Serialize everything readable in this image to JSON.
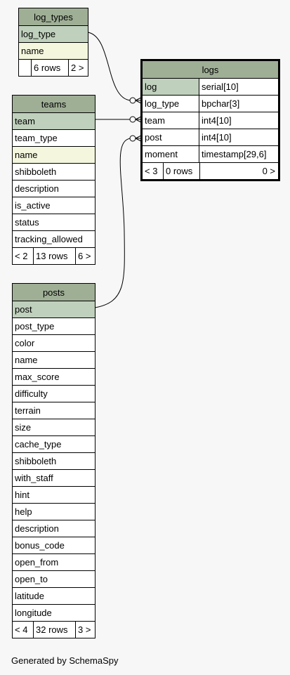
{
  "tables": {
    "log_types": {
      "name": "log_types",
      "columns": [
        "log_type",
        "name"
      ],
      "footer": [
        "",
        "6 rows",
        "2 >"
      ]
    },
    "teams": {
      "name": "teams",
      "columns": [
        "team",
        "team_type",
        "name",
        "shibboleth",
        "description",
        "is_active",
        "status",
        "tracking_allowed"
      ],
      "footer": [
        "< 2",
        "13 rows",
        "6 >"
      ]
    },
    "posts": {
      "name": "posts",
      "columns": [
        "post",
        "post_type",
        "color",
        "name",
        "max_score",
        "difficulty",
        "terrain",
        "size",
        "cache_type",
        "shibboleth",
        "with_staff",
        "hint",
        "help",
        "description",
        "bonus_code",
        "open_from",
        "open_to",
        "latitude",
        "longitude"
      ],
      "footer": [
        "< 4",
        "32 rows",
        "3 >"
      ]
    },
    "logs": {
      "name": "logs",
      "columns": [
        {
          "name": "log",
          "type": "serial[10]"
        },
        {
          "name": "log_type",
          "type": "bpchar[3]"
        },
        {
          "name": "team",
          "type": "int4[10]"
        },
        {
          "name": "post",
          "type": "int4[10]"
        },
        {
          "name": "moment",
          "type": "timestamp[29,6]"
        }
      ],
      "footer": [
        "< 3",
        "0 rows",
        "0 >"
      ]
    }
  },
  "footer_text": "Generated by SchemaSpy",
  "colors": {
    "background": "#f7f7f7",
    "header": "#9faf96",
    "primary_key": "#bfd0bc",
    "name_col": "#f4f7dd"
  }
}
